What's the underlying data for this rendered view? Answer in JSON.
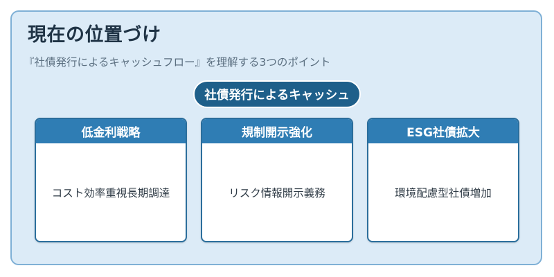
{
  "header": {
    "title": "現在の位置づけ",
    "subtitle": "『社債発行によるキャッシュフロー』を理解する3つのポイント"
  },
  "center_node": {
    "label": "社債発行によるキャッシュ"
  },
  "cards": [
    {
      "heading": "低金利戦略",
      "body": "コスト効率重視長期調達"
    },
    {
      "heading": "規制開示強化",
      "body": "リスク情報開示義務"
    },
    {
      "heading": "ESG社債拡大",
      "body": "環境配慮型社債増加"
    }
  ]
}
